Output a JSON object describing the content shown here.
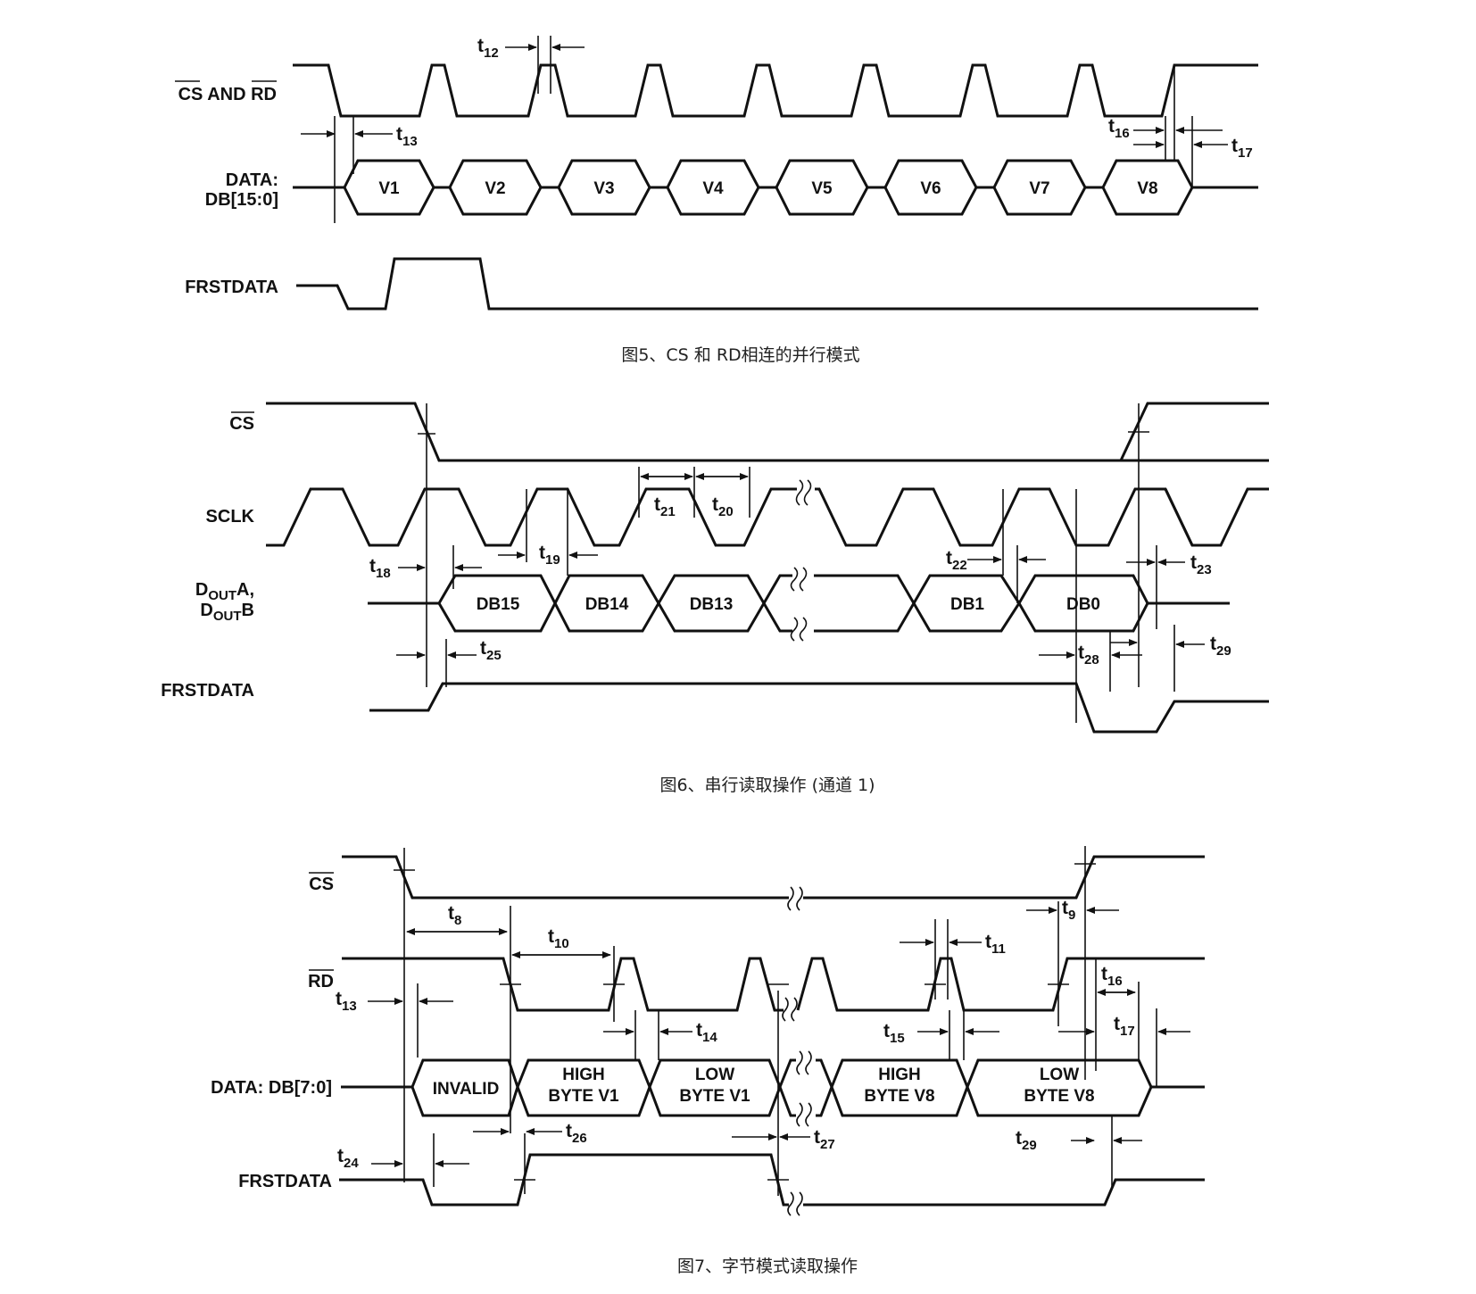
{
  "figures": [
    {
      "caption": "图5、CS 和 RD相连的并行模式",
      "signals": {
        "cs_rd": [
          "CS",
          " AND ",
          "RD"
        ],
        "data": [
          "DATA:",
          "DB[15:0]"
        ],
        "frstdata": "FRSTDATA"
      },
      "data_values": [
        "V1",
        "V2",
        "V3",
        "V4",
        "V5",
        "V6",
        "V7",
        "V8"
      ],
      "timing": [
        "12",
        "13",
        "16",
        "17"
      ]
    },
    {
      "caption": "图6、串行读取操作 (通道 1)",
      "signals": {
        "cs": "CS",
        "sclk": "SCLK",
        "dout": [
          "D",
          "OUT",
          "A,",
          "D",
          "OUT",
          "B"
        ],
        "frstdata": "FRSTDATA"
      },
      "data_values": [
        "DB15",
        "DB14",
        "DB13",
        "DB1",
        "DB0"
      ],
      "timing": [
        "21",
        "20",
        "18",
        "19",
        "22",
        "23",
        "25",
        "28",
        "29"
      ]
    },
    {
      "caption": "图7、字节模式读取操作",
      "signals": {
        "cs": "CS",
        "rd": "RD",
        "data": "DATA: DB[7:0]",
        "frstdata": "FRSTDATA"
      },
      "data_values": [
        [
          "INVALID"
        ],
        [
          "HIGH",
          "BYTE V1"
        ],
        [
          "LOW",
          "BYTE V1"
        ],
        [
          "HIGH",
          "BYTE V8"
        ],
        [
          "LOW",
          "BYTE V8"
        ]
      ],
      "timing": [
        "8",
        "10",
        "9",
        "11",
        "13",
        "14",
        "15",
        "16",
        "17",
        "24",
        "26",
        "27",
        "29"
      ]
    }
  ],
  "timing_prefix": "t"
}
